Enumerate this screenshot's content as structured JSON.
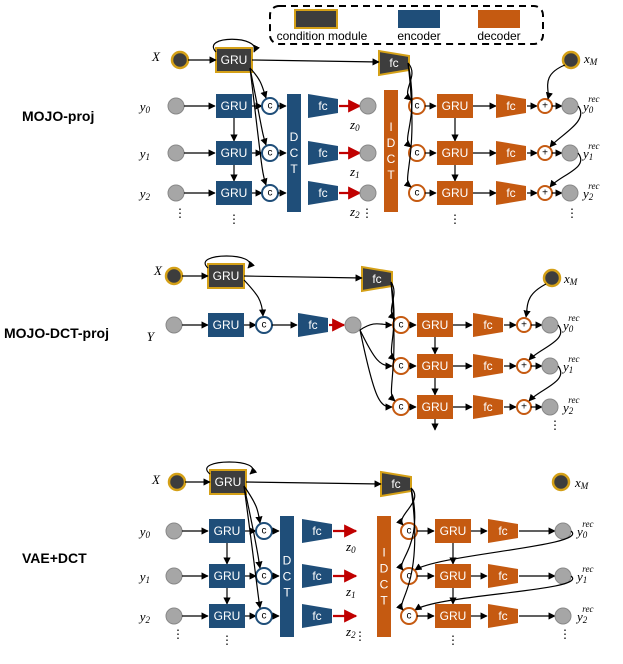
{
  "legend": {
    "condition_label": "condition module",
    "encoder_label": "encoder",
    "decoder_label": "decoder",
    "colors": {
      "condition": "#3d3d3d",
      "condition_border": "#d4a017",
      "encoder": "#1f4e79",
      "decoder": "#c55a11"
    }
  },
  "sections": {
    "mojo_proj": "MOJO-proj",
    "mojo_dct_proj": "MOJO-DCT-proj",
    "vae_dct": "VAE+DCT"
  },
  "labels": {
    "gru": "GRU",
    "fc": "fc",
    "concat": "c",
    "plus": "+",
    "dct": "DCT",
    "idct": "IDCT",
    "dots": "⋮",
    "X": "X",
    "Y": "Y",
    "xM": "x",
    "xM_sub": "M",
    "y0": "y",
    "y0_sub": "0",
    "y1": "y",
    "y1_sub": "1",
    "y2": "y",
    "y2_sub": "2",
    "z0": "z",
    "z0_sub": "0",
    "z1": "z",
    "z1_sub": "1",
    "z2": "z",
    "z2_sub": "2",
    "rec": "rec"
  }
}
